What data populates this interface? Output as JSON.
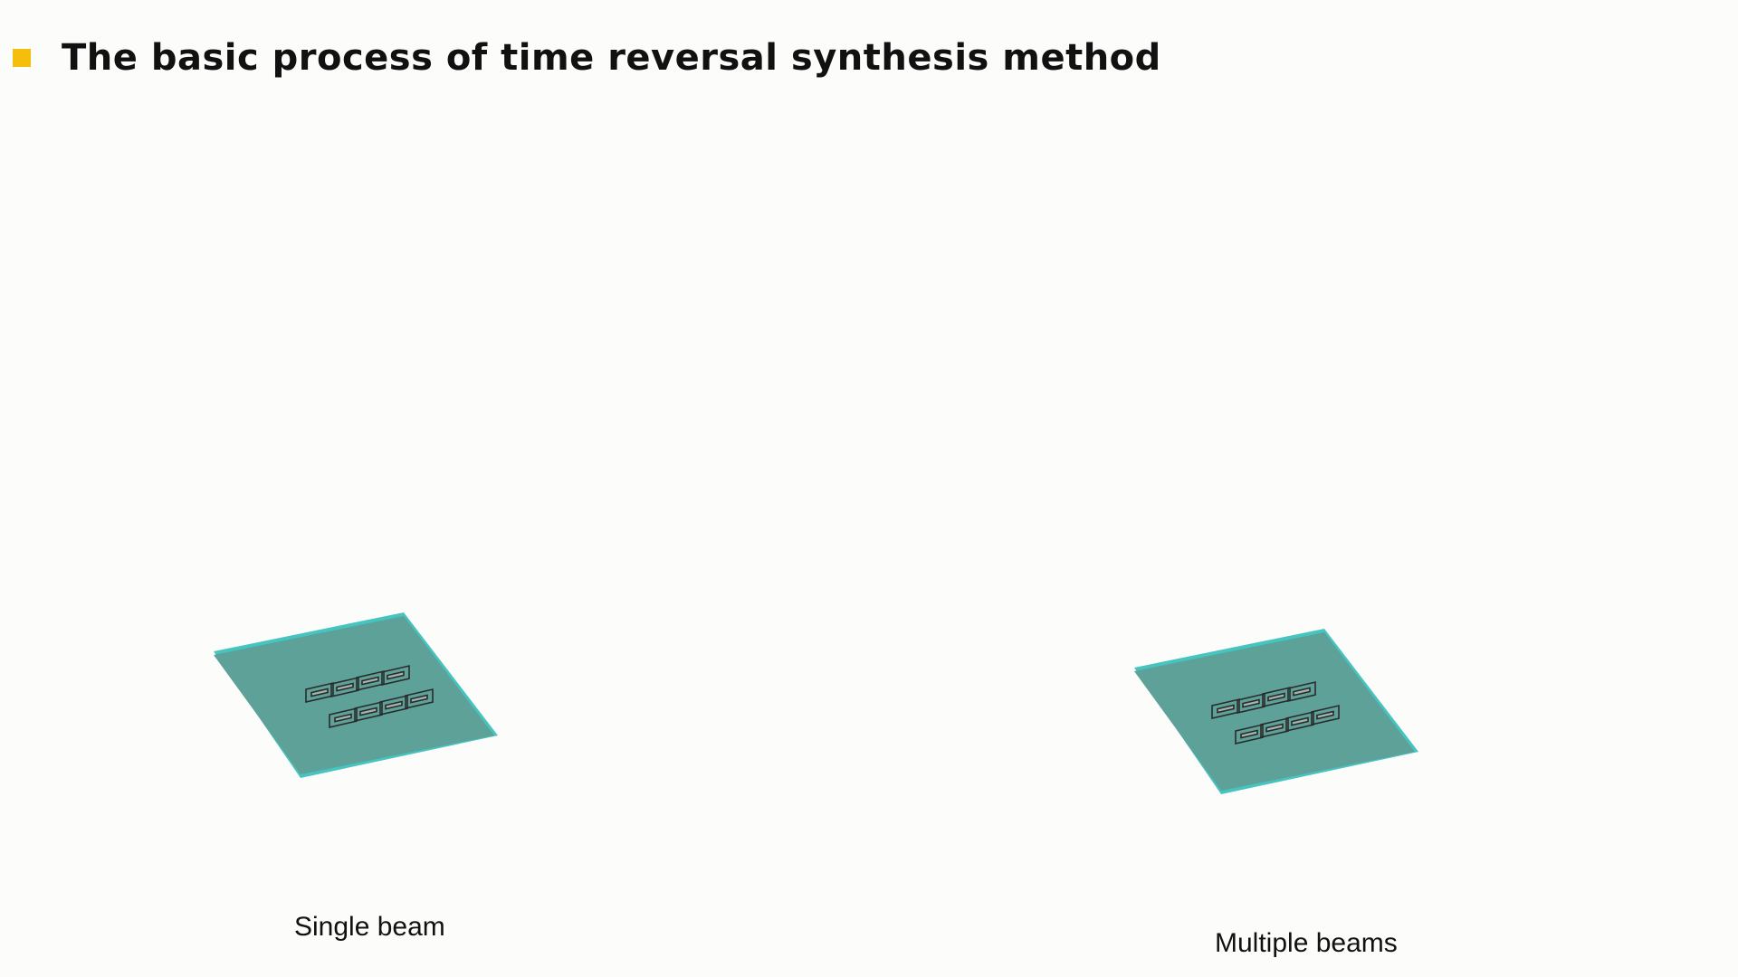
{
  "slide": {
    "title": "The basic process of time reversal synthesis method",
    "bullet_color": "#f5be0a",
    "background_color": "#fcfcfb"
  },
  "figures": [
    {
      "caption": "Single beam",
      "board_color": "#5ea198",
      "edge_color": "#46c4c0"
    },
    {
      "caption": "Multiple beams",
      "board_color": "#5ea198",
      "edge_color": "#46c4c0"
    }
  ]
}
